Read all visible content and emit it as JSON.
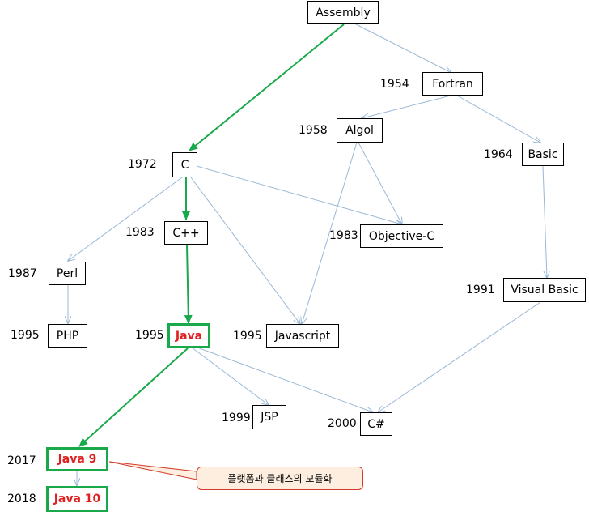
{
  "nodes": {
    "assembly": {
      "label": "Assembly"
    },
    "fortran": {
      "label": "Fortran",
      "year": "1954"
    },
    "algol": {
      "label": "Algol",
      "year": "1958"
    },
    "basic": {
      "label": "Basic",
      "year": "1964"
    },
    "c": {
      "label": "C",
      "year": "1972"
    },
    "cpp": {
      "label": "C++",
      "year": "1983"
    },
    "objc": {
      "label": "Objective-C",
      "year": "1983"
    },
    "perl": {
      "label": "Perl",
      "year": "1987"
    },
    "vb": {
      "label": "Visual Basic",
      "year": "1991"
    },
    "php": {
      "label": "PHP",
      "year": "1995"
    },
    "java": {
      "label": "Java",
      "year": "1995"
    },
    "js": {
      "label": "Javascript",
      "year": "1995"
    },
    "jsp": {
      "label": "JSP",
      "year": "1999"
    },
    "csharp": {
      "label": "C#",
      "year": "2000"
    },
    "java9": {
      "label": "Java 9",
      "year": "2017"
    },
    "java10": {
      "label": "Java 10",
      "year": "2018"
    }
  },
  "callout": {
    "text": "플랫폼과 클래스의 모듈화"
  },
  "colors": {
    "highlight_line": "#1aa94a",
    "normal_line": "#9ab8d6",
    "highlight_text": "#e02020",
    "callout_border": "#d63a2a",
    "callout_fill": "#fdeee0"
  }
}
